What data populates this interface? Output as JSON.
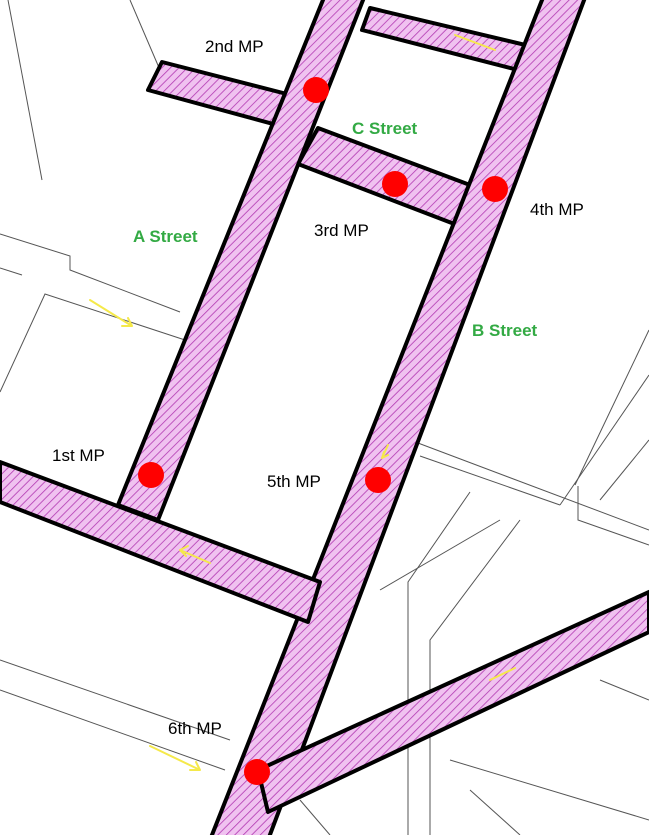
{
  "map": {
    "colors": {
      "road_fill": "#f0c2f0",
      "road_hatch": "#b23ab2",
      "road_outline": "#000000",
      "marker": "#ff0000",
      "street_label": "#33aa44",
      "flow_arrow": "#f5e94a",
      "base_lines": "#555555"
    },
    "streets": [
      {
        "id": "a-street",
        "label": "A Street"
      },
      {
        "id": "b-street",
        "label": "B Street"
      },
      {
        "id": "c-street",
        "label": "C Street"
      }
    ],
    "measurement_points": [
      {
        "id": "mp1",
        "label": "1st MP"
      },
      {
        "id": "mp2",
        "label": "2nd MP"
      },
      {
        "id": "mp3",
        "label": "3rd MP"
      },
      {
        "id": "mp4",
        "label": "4th MP"
      },
      {
        "id": "mp5",
        "label": "5th MP"
      },
      {
        "id": "mp6",
        "label": "6th MP"
      }
    ]
  }
}
